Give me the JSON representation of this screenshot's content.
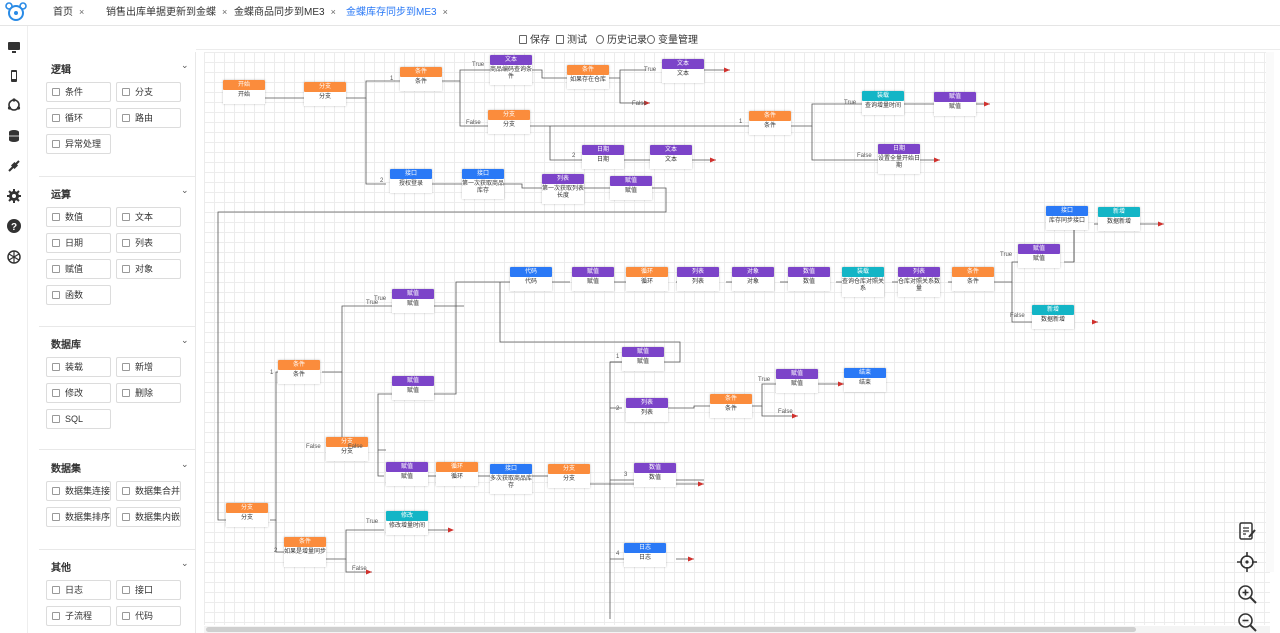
{
  "colors": {
    "orange": "#fb8c3c",
    "purple": "#7c44c9",
    "blue": "#2a79f6",
    "cyan": "#13b5c6",
    "red": "#d0312d",
    "active_tab": "#2a79f6"
  },
  "tabs": [
    {
      "label": "首页",
      "close": "×",
      "active": false
    },
    {
      "label": "销售出库单据更新到金蝶",
      "close": "×",
      "active": false
    },
    {
      "label": "金蝶商品同步到ME3",
      "close": "×",
      "active": false
    },
    {
      "label": "金蝶库存同步到ME3",
      "close": "×",
      "active": true
    }
  ],
  "rail": [
    "monitor-icon",
    "mobile-icon",
    "network-icon",
    "database-icon",
    "plugin-icon",
    "gear-icon",
    "help-icon",
    "openai-icon"
  ],
  "toolbar": {
    "save": "保存",
    "test": "测试",
    "history": "历史记录",
    "variables": "变量管理"
  },
  "panel": {
    "logic": {
      "title": "逻辑",
      "items": [
        "条件",
        "分支",
        "循环",
        "路由",
        "异常处理"
      ]
    },
    "ops": {
      "title": "运算",
      "items": [
        "数值",
        "文本",
        "日期",
        "列表",
        "赋值",
        "对象",
        "函数"
      ]
    },
    "db": {
      "title": "数据库",
      "items": [
        "装载",
        "新增",
        "修改",
        "删除",
        "SQL"
      ]
    },
    "dataset": {
      "title": "数据集",
      "items": [
        "数据集连接",
        "数据集合并",
        "数据集排序",
        "数据集内嵌"
      ]
    },
    "other": {
      "title": "其他",
      "items": [
        "日志",
        "接口",
        "子流程",
        "代码"
      ]
    }
  },
  "nodes": [
    {
      "t": "开始",
      "b": "开始",
      "c": "orange"
    },
    {
      "t": "分支",
      "b": "分支",
      "c": "orange"
    },
    {
      "t": "条件",
      "b": "条件",
      "c": "orange"
    },
    {
      "t": "文本",
      "b": "商品编码查询条件",
      "c": "purple"
    },
    {
      "t": "条件",
      "b": "如果存在仓库",
      "c": "orange"
    },
    {
      "t": "文本",
      "b": "文本",
      "c": "purple"
    },
    {
      "t": "分支",
      "b": "分支",
      "c": "orange"
    },
    {
      "t": "条件",
      "b": "条件",
      "c": "orange"
    },
    {
      "t": "装载",
      "b": "查询增量时间",
      "c": "cyan"
    },
    {
      "t": "赋值",
      "b": "赋值",
      "c": "purple"
    },
    {
      "t": "日期",
      "b": "日期",
      "c": "purple"
    },
    {
      "t": "文本",
      "b": "文本",
      "c": "purple"
    },
    {
      "t": "日期",
      "b": "设置全量开始日期",
      "c": "purple"
    },
    {
      "t": "接口",
      "b": "授权登录",
      "c": "blue"
    },
    {
      "t": "接口",
      "b": "第一次获取商品库存",
      "c": "blue"
    },
    {
      "t": "列表",
      "b": "第一次获取列表长度",
      "c": "purple"
    },
    {
      "t": "赋值",
      "b": "赋值",
      "c": "purple"
    },
    {
      "t": "接口",
      "b": "库存同步接口",
      "c": "blue"
    },
    {
      "t": "新增",
      "b": "数据新增",
      "c": "cyan"
    },
    {
      "t": "赋值",
      "b": "赋值",
      "c": "purple"
    },
    {
      "t": "代码",
      "b": "代码",
      "c": "blue"
    },
    {
      "t": "赋值",
      "b": "赋值",
      "c": "purple"
    },
    {
      "t": "循环",
      "b": "循环",
      "c": "orange"
    },
    {
      "t": "列表",
      "b": "列表",
      "c": "purple"
    },
    {
      "t": "对象",
      "b": "对象",
      "c": "purple"
    },
    {
      "t": "数值",
      "b": "数值",
      "c": "purple"
    },
    {
      "t": "装载",
      "b": "查询仓库对照关系",
      "c": "cyan"
    },
    {
      "t": "列表",
      "b": "仓库对照关系数量",
      "c": "purple"
    },
    {
      "t": "条件",
      "b": "条件",
      "c": "orange"
    },
    {
      "t": "新增",
      "b": "数据新增",
      "c": "cyan"
    },
    {
      "t": "赋值",
      "b": "赋值",
      "c": "purple"
    },
    {
      "t": "条件",
      "b": "条件",
      "c": "orange"
    },
    {
      "t": "赋值",
      "b": "赋值",
      "c": "purple"
    },
    {
      "t": "赋值",
      "b": "赋值",
      "c": "purple"
    },
    {
      "t": "列表",
      "b": "列表",
      "c": "purple"
    },
    {
      "t": "条件",
      "b": "条件",
      "c": "orange"
    },
    {
      "t": "赋值",
      "b": "赋值",
      "c": "purple"
    },
    {
      "t": "结束",
      "b": "结束",
      "c": "blue"
    },
    {
      "t": "分支",
      "b": "分支",
      "c": "orange"
    },
    {
      "t": "赋值",
      "b": "赋值",
      "c": "purple"
    },
    {
      "t": "循环",
      "b": "循环",
      "c": "orange"
    },
    {
      "t": "接口",
      "b": "多次获取商品库存",
      "c": "blue"
    },
    {
      "t": "分支",
      "b": "分支",
      "c": "orange"
    },
    {
      "t": "数值",
      "b": "数值",
      "c": "purple"
    },
    {
      "t": "分支",
      "b": "分支",
      "c": "orange"
    },
    {
      "t": "条件",
      "b": "如果是增量同步",
      "c": "orange"
    },
    {
      "t": "修改",
      "b": "修改增量时间",
      "c": "cyan"
    },
    {
      "t": "日志",
      "b": "日志",
      "c": "blue"
    }
  ],
  "edge_labels": [
    "True",
    "False",
    "True",
    "False",
    "True",
    "False",
    "1",
    "2",
    "1",
    "2",
    "True",
    "False",
    "True",
    "False",
    "1",
    "2",
    "3",
    "4",
    "True",
    "False",
    "True",
    "False",
    "True",
    "False",
    "1",
    "2"
  ],
  "right_tools": [
    "edit-icon",
    "target-icon",
    "zoom-in-icon",
    "zoom-out-icon"
  ]
}
